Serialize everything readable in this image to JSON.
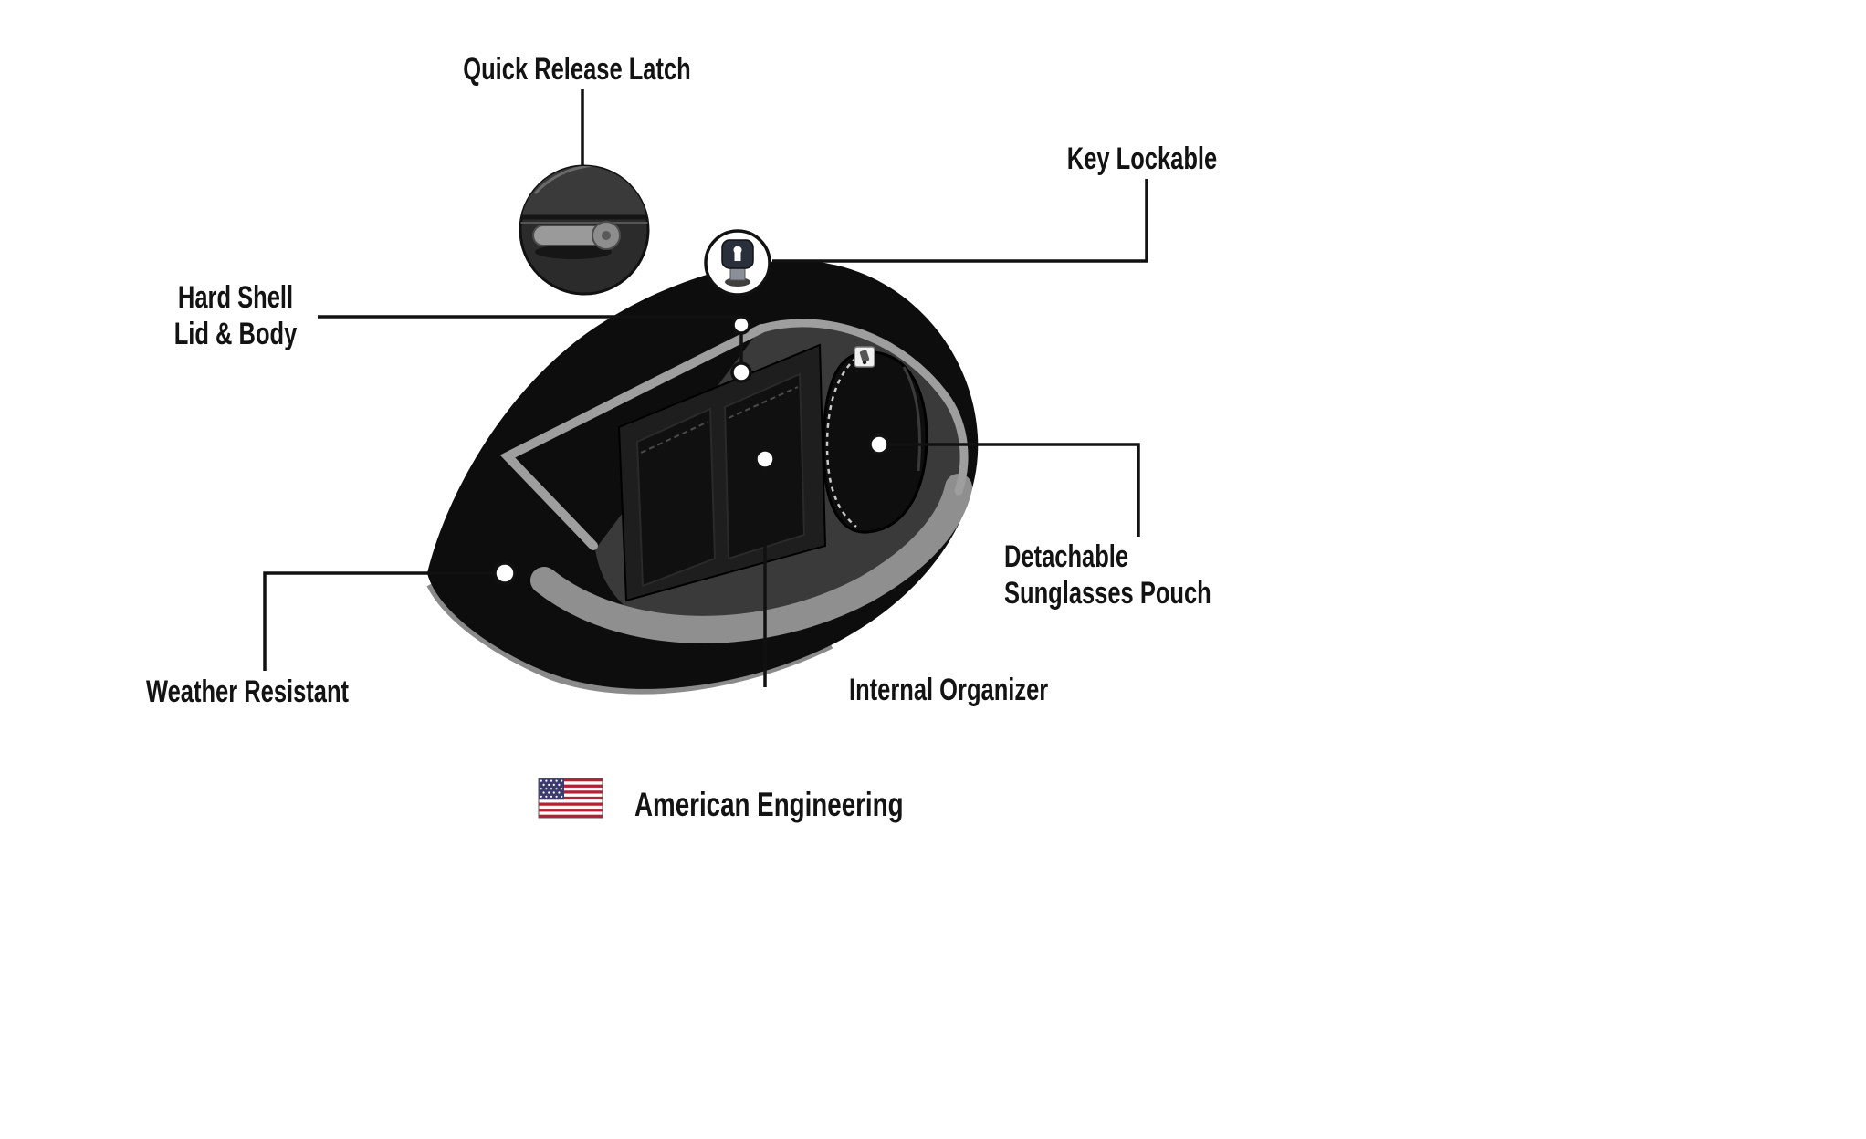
{
  "diagram": {
    "callouts": {
      "quick_release_latch": "Quick Release Latch",
      "key_lockable": "Key Lockable",
      "hard_shell": {
        "line1": "Hard Shell",
        "line2": "Lid & Body"
      },
      "detachable_sunglasses_pouch": {
        "line1": "Detachable",
        "line2": "Sunglasses Pouch"
      },
      "weather_resistant": "Weather Resistant",
      "internal_organizer": "Internal Organizer"
    },
    "footer": {
      "text": "American Engineering"
    },
    "icons": {
      "flag": "us-flag-icon",
      "key": "key-lock-icon",
      "latch_detail": "quick-release-latch-detail",
      "illustration": "hard-shell-saddlebag-illustration"
    }
  },
  "colors": {
    "background": "#ffffff",
    "text": "#131313",
    "line": "#111111",
    "bag_body": "#0d0d0d",
    "bag_interior": "#3a3a3a",
    "seam": "#9e9e9e",
    "floor": "#8f8f8f",
    "pocket": "#101010",
    "inset_fill": "#2b2b2b",
    "latch_metal": "#9a9a9a",
    "flag_red": "#B22234",
    "flag_blue": "#3C3B6E",
    "flag_white": "#ffffff"
  }
}
